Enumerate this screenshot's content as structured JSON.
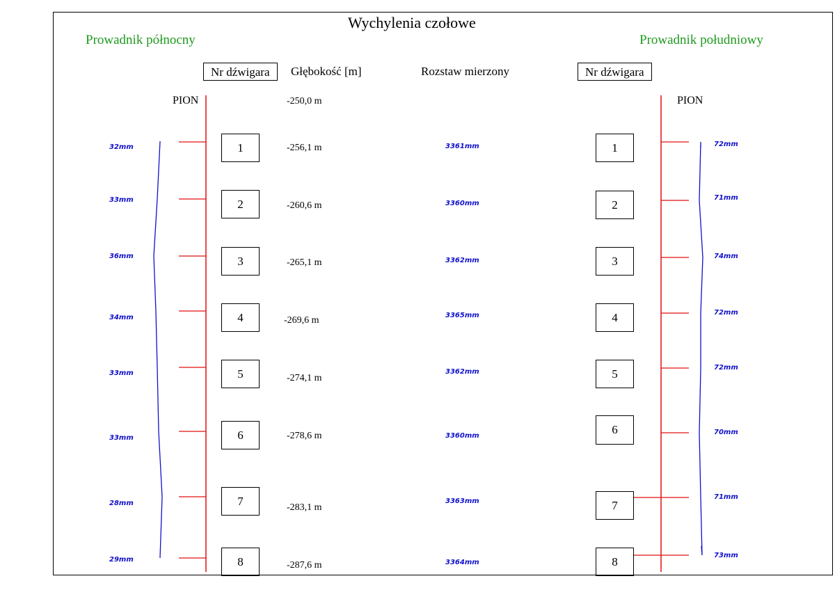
{
  "title": "Wychylenia czołowe",
  "north": {
    "title": "Prowadnik północny",
    "pion_label": "PION",
    "header_box": "Nr dźwigara",
    "deflections": [
      "32mm",
      "33mm",
      "36mm",
      "34mm",
      "33mm",
      "33mm",
      "28mm",
      "29mm"
    ],
    "deflection_values": [
      32,
      33,
      36,
      34,
      33,
      33,
      28,
      29
    ]
  },
  "south": {
    "title": "Prowadnik południowy",
    "pion_label": "PION",
    "header_box": "Nr dźwigara",
    "deflections": [
      "72mm",
      "71mm",
      "74mm",
      "72mm",
      "72mm",
      "70mm",
      "71mm",
      "73mm"
    ],
    "deflection_values": [
      72,
      71,
      74,
      72,
      72,
      70,
      71,
      73
    ]
  },
  "depth_header": "Głębokość [m]",
  "spacing_header": "Rozstaw mierzony",
  "top_depth": "-250,0 m",
  "girders": [
    {
      "nr": "1",
      "depth": "-256,1 m",
      "spacing": "3361mm"
    },
    {
      "nr": "2",
      "depth": "-260,6  m",
      "spacing": "3360mm"
    },
    {
      "nr": "3",
      "depth": "-265,1 m",
      "spacing": "3362mm"
    },
    {
      "nr": "4",
      "depth": "-269,6 m",
      "spacing": "3365mm"
    },
    {
      "nr": "5",
      "depth": "-274,1 m",
      "spacing": "3362mm"
    },
    {
      "nr": "6",
      "depth": "-278,6 m",
      "spacing": "3360mm"
    },
    {
      "nr": "7",
      "depth": "-283,1 m",
      "spacing": "3363mm"
    },
    {
      "nr": "8",
      "depth": "-287,6 m",
      "spacing": "3364mm"
    }
  ],
  "colors": {
    "plumb_line": "#e01010",
    "deflection_line": "#1010cc",
    "side_title": "#1f9a1f"
  }
}
